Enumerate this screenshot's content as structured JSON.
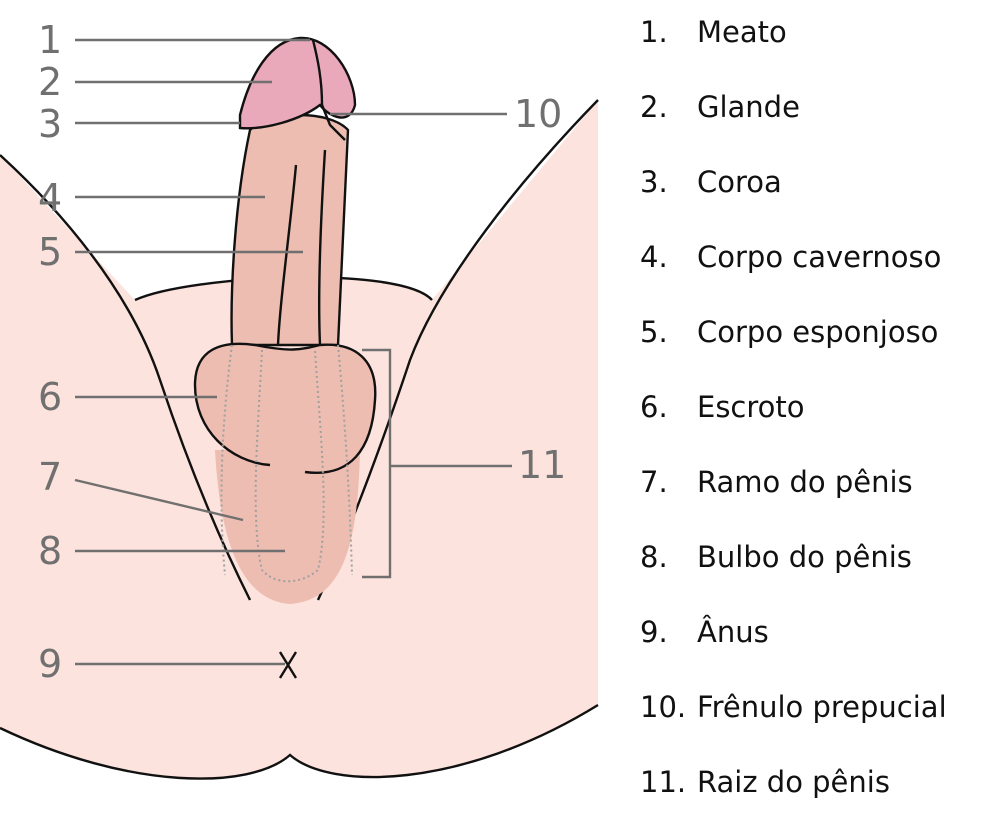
{
  "colors": {
    "skin": "#fde3dd",
    "shaft": "#ecbdb0",
    "glans": "#e9a9bb",
    "outline": "#111111",
    "leader": "#707070"
  },
  "callouts": {
    "c1": "1",
    "c2": "2",
    "c3": "3",
    "c4": "4",
    "c5": "5",
    "c6": "6",
    "c7": "7",
    "c8": "8",
    "c9": "9",
    "c10": "10",
    "c11": "11"
  },
  "legend": [
    {
      "num": "1.",
      "label": "Meato"
    },
    {
      "num": "2.",
      "label": "Glande"
    },
    {
      "num": "3.",
      "label": "Coroa"
    },
    {
      "num": "4.",
      "label": "Corpo cavernoso"
    },
    {
      "num": "5.",
      "label": "Corpo esponjoso"
    },
    {
      "num": "6.",
      "label": "Escroto"
    },
    {
      "num": "7.",
      "label": "Ramo do pênis"
    },
    {
      "num": "8.",
      "label": "Bulbo do pênis"
    },
    {
      "num": "9.",
      "label": "Ânus"
    },
    {
      "num": "10.",
      "label": "Frênulo prepucial"
    },
    {
      "num": "11.",
      "label": "Raiz do pênis"
    }
  ]
}
